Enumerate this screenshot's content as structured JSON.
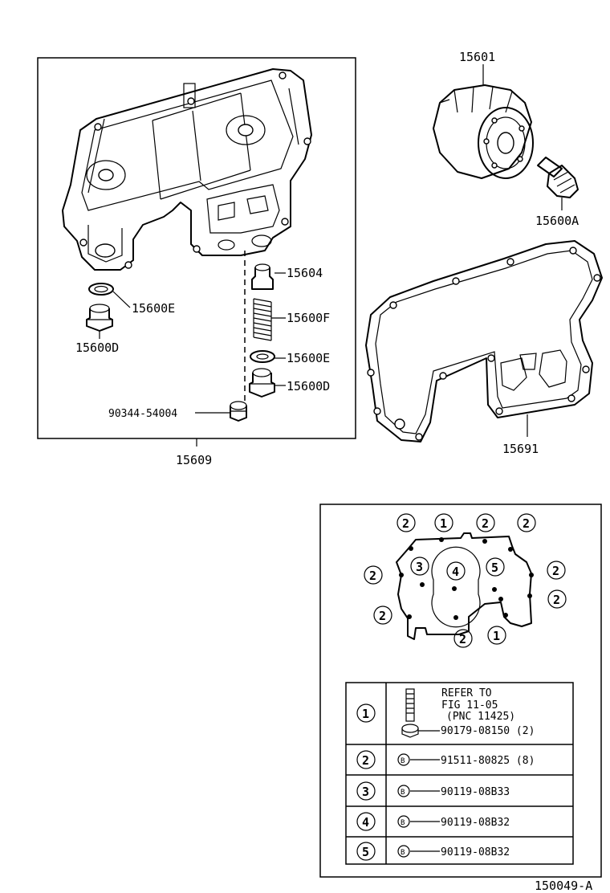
{
  "diagram": {
    "parts": {
      "p15601": "15601",
      "p15600A": "15600A",
      "p15604": "15604",
      "p15600E_left": "15600E",
      "p15600D_left": "15600D",
      "p15600F": "15600F",
      "p15600E_right": "15600E",
      "p15600D_right": "15600D",
      "p90344": "90344-54004",
      "p15609": "15609",
      "p15691": "15691"
    },
    "bolt_markers": {
      "m1": "1",
      "m2": "2",
      "m3": "3",
      "m4": "4",
      "m5": "5"
    },
    "bolt_table": {
      "row1": {
        "marker": "1",
        "line1": "REFER TO",
        "line2": "FIG 11-05",
        "line3": "(PNC 11425)",
        "part": "90179-08150 (2)"
      },
      "row2": {
        "marker": "2",
        "symbol": "B",
        "part": "91511-80825 (8)"
      },
      "row3": {
        "marker": "3",
        "symbol": "B",
        "part": "90119-08B33"
      },
      "row4": {
        "marker": "4",
        "symbol": "B",
        "part": "90119-08B32"
      },
      "row5": {
        "marker": "5",
        "symbol": "B",
        "part": "90119-08B32"
      }
    },
    "figure_id": "150049-A"
  }
}
